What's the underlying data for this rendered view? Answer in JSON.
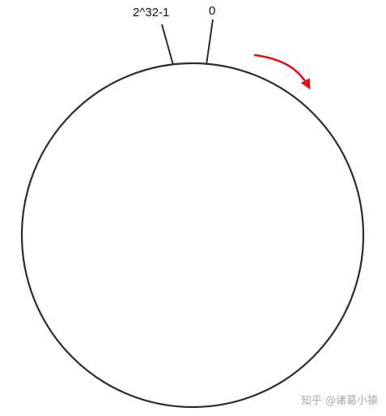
{
  "ring": {
    "label_max": "2^32-1",
    "label_zero": "0"
  },
  "colors": {
    "ring_stroke": "#2b2b2b",
    "arrow": "#e01010",
    "watermark": "#9aa0a6"
  },
  "watermark": {
    "text": "知乎 @诸葛小猿"
  }
}
